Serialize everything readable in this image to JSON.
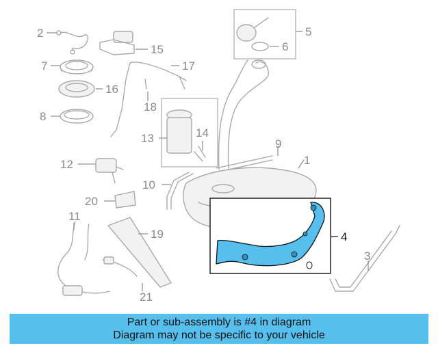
{
  "banner": {
    "line1": "Part or sub-assembly is #4 in diagram",
    "line2": "Diagram may not be specific to your vehicle",
    "background": "#56bfee"
  },
  "highlight_color": "#56bfee",
  "callouts": [
    "1",
    "2",
    "3",
    "4",
    "5",
    "6",
    "7",
    "8",
    "9",
    "10",
    "11",
    "12",
    "13",
    "14",
    "15",
    "16",
    "17",
    "18",
    "19",
    "20",
    "21"
  ],
  "highlighted_part": "4"
}
